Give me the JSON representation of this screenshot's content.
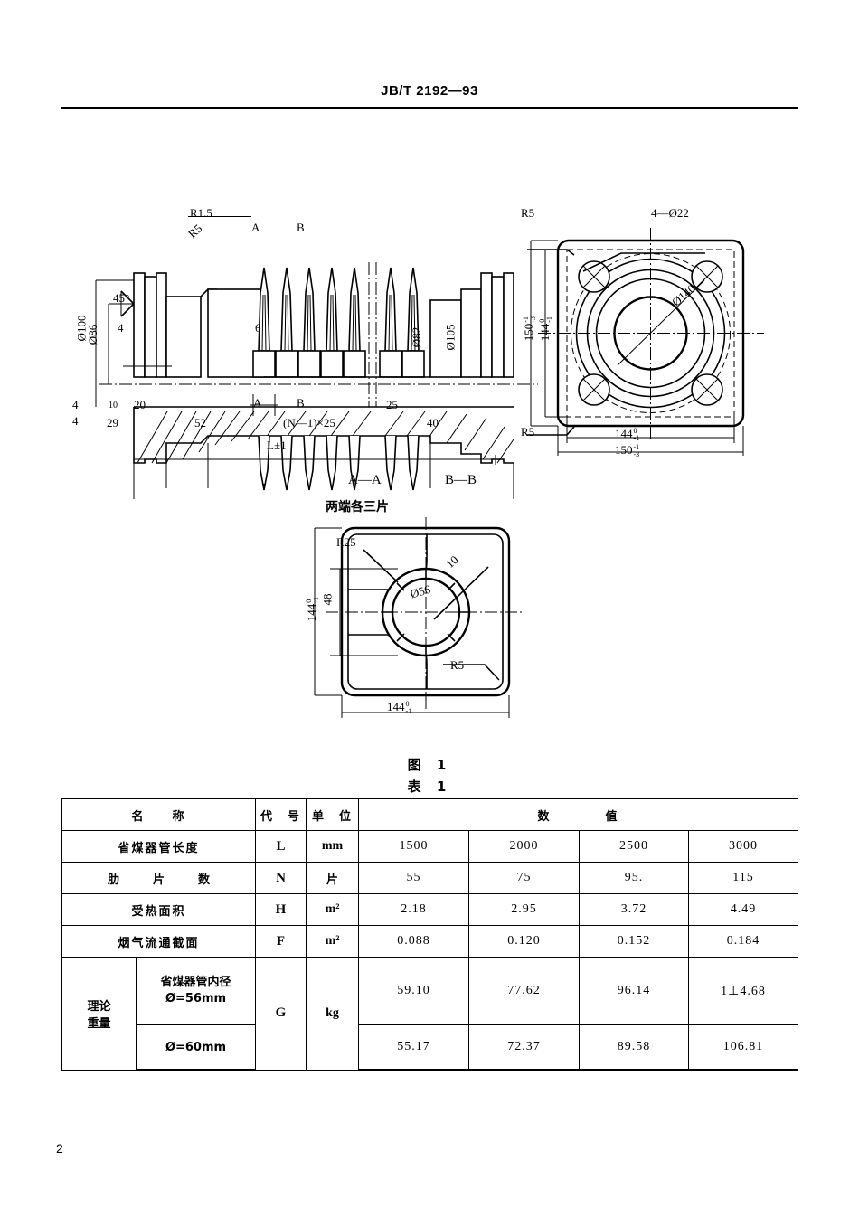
{
  "header": {
    "standard_number": "JB/T 2192—93"
  },
  "page_number": "2",
  "captions": {
    "figure": "图 1",
    "table": "表 1"
  },
  "figure": {
    "main_view": {
      "labels": {
        "r15": "R1.5",
        "r5": "R5",
        "angle45": "45°",
        "dia100": "Ø100",
        "dia86": "Ø86",
        "dia82": "Ø82",
        "dia105": "Ø105",
        "section_a_left": "A",
        "section_a_right": "A",
        "section_b_left": "B",
        "section_b_right": "B",
        "dim4_top": "4",
        "dim6": "6",
        "dim4_a": "4",
        "dim4_b": "4",
        "dim10": "10",
        "dim20": "20",
        "dim29": "29",
        "dim52": "52",
        "dim_pitch": "(N—1)×25",
        "dim25": "25",
        "dim40": "40",
        "length": "L±1"
      }
    },
    "end_view": {
      "labels": {
        "r5_top": "R5",
        "r5_bottom": "R5",
        "holes": "4—Ø22",
        "dia140": "Ø140",
        "dim150_v": "150",
        "dim150_v_up": "-1",
        "dim150_v_low": "-3",
        "dim144_v": "144",
        "dim144_v_up": "0",
        "dim144_v_low": "-1",
        "dim144_h": "144",
        "dim144_h_up": "0",
        "dim144_h_low": "-1",
        "dim150_h": "150",
        "dim150_h_up": "-1",
        "dim150_h_low": "-3"
      }
    },
    "section_view": {
      "labels": {
        "title_aa": "A—A",
        "title_bb": "B—B",
        "note": "两端各三片",
        "r25": "R25",
        "r5": "R5",
        "dia56": "Ø56",
        "dim10": "10",
        "dim48": "48",
        "dim144_v": "144",
        "dim144_v_up": "0",
        "dim144_v_low": "-1",
        "dim144_h": "144",
        "dim144_h_up": "0",
        "dim144_h_low": "-1"
      }
    }
  },
  "table": {
    "headers": {
      "name": "名　　称",
      "symbol": "代　号",
      "unit": "单　位",
      "value": "数　　　　值"
    },
    "rows": [
      {
        "name": "省煤器管长度",
        "symbol": "L",
        "unit": "mm",
        "unit_cn": false,
        "values": [
          "1500",
          "2000",
          "2500",
          "3000"
        ]
      },
      {
        "name": "肋　片　数",
        "symbol": "N",
        "unit": "片",
        "unit_cn": true,
        "values": [
          "55",
          "75",
          "95.",
          "115"
        ]
      },
      {
        "name": "受热面积",
        "symbol": "H",
        "unit": "m²",
        "unit_cn": false,
        "values": [
          "2.18",
          "2.95",
          "3.72",
          "4.49"
        ]
      },
      {
        "name": "烟气流通截面",
        "symbol": "F",
        "unit": "m²",
        "unit_cn": false,
        "values": [
          "0.088",
          "0.120",
          "0.152",
          "0.184"
        ]
      }
    ],
    "weight_group": {
      "label": "理论重量",
      "label_line1": "理论",
      "label_line2": "重量",
      "symbol": "G",
      "unit": "kg",
      "sub_rows": [
        {
          "name_line1": "省煤器管内径",
          "name_line2": "Ø=56mm",
          "values": [
            "59.10",
            "77.62",
            "96.14",
            "1⊥4.68"
          ]
        },
        {
          "name_line1": "",
          "name_line2": "Ø=60mm",
          "values": [
            "55.17",
            "72.37",
            "89.58",
            "106.81"
          ]
        }
      ]
    }
  }
}
